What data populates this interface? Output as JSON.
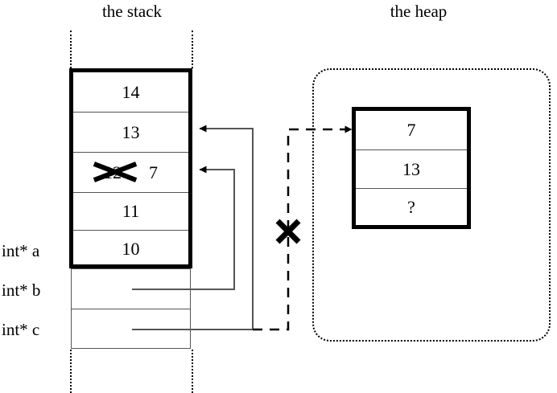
{
  "titles": {
    "stack": "the stack",
    "heap": "the heap"
  },
  "stack": {
    "cells": [
      {
        "value": "14",
        "struck": ""
      },
      {
        "value": "13",
        "struck": ""
      },
      {
        "value": "7",
        "struck": "12"
      },
      {
        "value": "11",
        "struck": ""
      },
      {
        "value": "10",
        "struck": ""
      }
    ],
    "pointer_labels": [
      {
        "label": "int* a"
      },
      {
        "label": "int* b"
      },
      {
        "label": "int* c"
      }
    ]
  },
  "heap": {
    "cells": [
      {
        "value": "7"
      },
      {
        "value": "13"
      },
      {
        "value": "?"
      }
    ]
  },
  "annotations": {
    "invalidated_pointer_mark": "X",
    "overwritten_value_mark": "X"
  },
  "colors": {
    "ink": "#000000",
    "thin_rule": "#555555",
    "background": "#ffffff"
  }
}
